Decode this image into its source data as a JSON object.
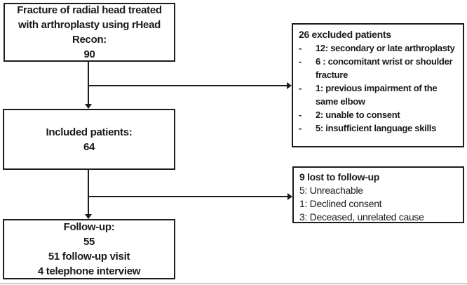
{
  "diagram": {
    "title_context": "Patient inclusion flowchart",
    "colors": {
      "border": "#1c1c1c",
      "text": "#1a1a1a",
      "background": "#ffffff"
    },
    "bullet": "-",
    "boxes": {
      "source": {
        "line1": "Fracture of radial head treated",
        "line2": "with arthroplasty using rHead",
        "line3": "Recon:",
        "count": "90"
      },
      "excluded": {
        "heading": "26 excluded patients",
        "items": [
          "12: secondary or late arthroplasty",
          "6 : concomitant wrist or shoulder fracture",
          "1: previous impairment of the same elbow",
          "2: unable to consent",
          "5: insufficient language skills"
        ]
      },
      "included": {
        "title": "Included patients:",
        "count": "64"
      },
      "lost": {
        "heading": "9 lost to follow-up",
        "items": [
          "5: Unreachable",
          "1: Declined consent",
          "3: Deceased, unrelated cause"
        ]
      },
      "followup": {
        "title": "Follow-up:",
        "count": "55",
        "detail1": "51 follow-up visit",
        "detail2": "4 telephone interview"
      }
    }
  }
}
